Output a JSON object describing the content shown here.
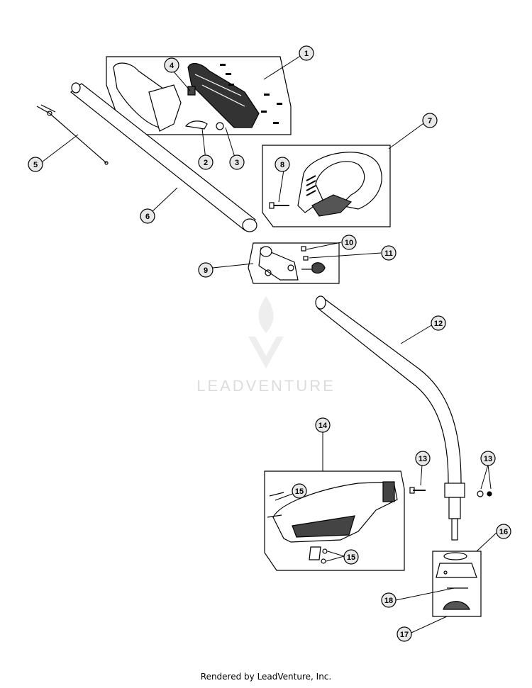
{
  "callouts": [
    {
      "id": "1",
      "label": "1"
    },
    {
      "id": "2",
      "label": "2"
    },
    {
      "id": "3",
      "label": "3"
    },
    {
      "id": "4",
      "label": "4"
    },
    {
      "id": "5",
      "label": "5"
    },
    {
      "id": "6",
      "label": "6"
    },
    {
      "id": "7",
      "label": "7"
    },
    {
      "id": "8",
      "label": "8"
    },
    {
      "id": "9",
      "label": "9"
    },
    {
      "id": "10",
      "label": "10"
    },
    {
      "id": "11",
      "label": "11"
    },
    {
      "id": "12",
      "label": "12"
    },
    {
      "id": "13a",
      "label": "13"
    },
    {
      "id": "13b",
      "label": "13"
    },
    {
      "id": "14",
      "label": "14"
    },
    {
      "id": "15a",
      "label": "15"
    },
    {
      "id": "15b",
      "label": "15"
    },
    {
      "id": "16",
      "label": "16"
    },
    {
      "id": "17",
      "label": "17"
    },
    {
      "id": "18",
      "label": "18"
    }
  ],
  "watermark": {
    "text": "LEADVENTURE",
    "color": "#dcdcdc"
  },
  "footer": "Rendered by LeadVenture, Inc."
}
